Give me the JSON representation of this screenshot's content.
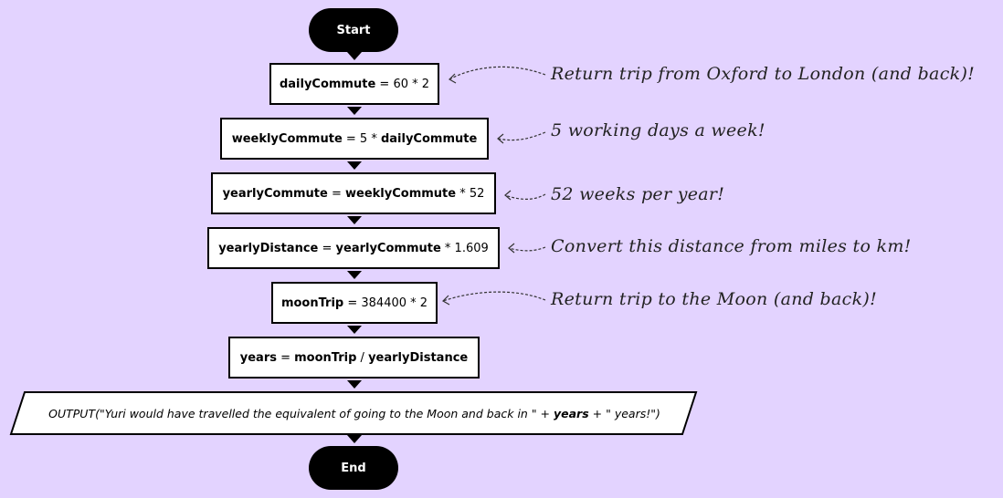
{
  "flowchart": {
    "start_label": "Start",
    "end_label": "End",
    "steps": [
      {
        "var": "dailyCommute",
        "op": " = ",
        "expr": "60 * 2"
      },
      {
        "var": "weeklyCommute",
        "op": " = 5 * ",
        "expr": "dailyCommute"
      },
      {
        "var": "yearlyCommute",
        "op": " = ",
        "expr_bold": "weeklyCommute",
        "expr_tail": " * 52"
      },
      {
        "var": "yearlyDistance",
        "op": " = ",
        "expr_bold": "yearlyCommute",
        "expr_tail": " * 1.609"
      },
      {
        "var": "moonTrip",
        "op": " = ",
        "expr": "384400 * 2"
      },
      {
        "var": "years",
        "op": " = ",
        "expr_bold": "moonTrip",
        "expr_mid": " / ",
        "expr_bold2": "yearlyDistance"
      }
    ],
    "output": {
      "prefix": "OUTPUT(\"Yuri would have travelled the equivalent of going to the Moon and back in \" + ",
      "var": "years",
      "suffix": " + \" years!\")"
    }
  },
  "annotations": [
    "Return trip from Oxford to London (and back)!",
    "5 working days a week!",
    "52 weeks per year!",
    "Convert this distance from miles to km!",
    "Return trip to the Moon (and back)!"
  ],
  "colors": {
    "background": "#e3d3ff",
    "terminal": "#000000",
    "box": "#ffffff"
  }
}
